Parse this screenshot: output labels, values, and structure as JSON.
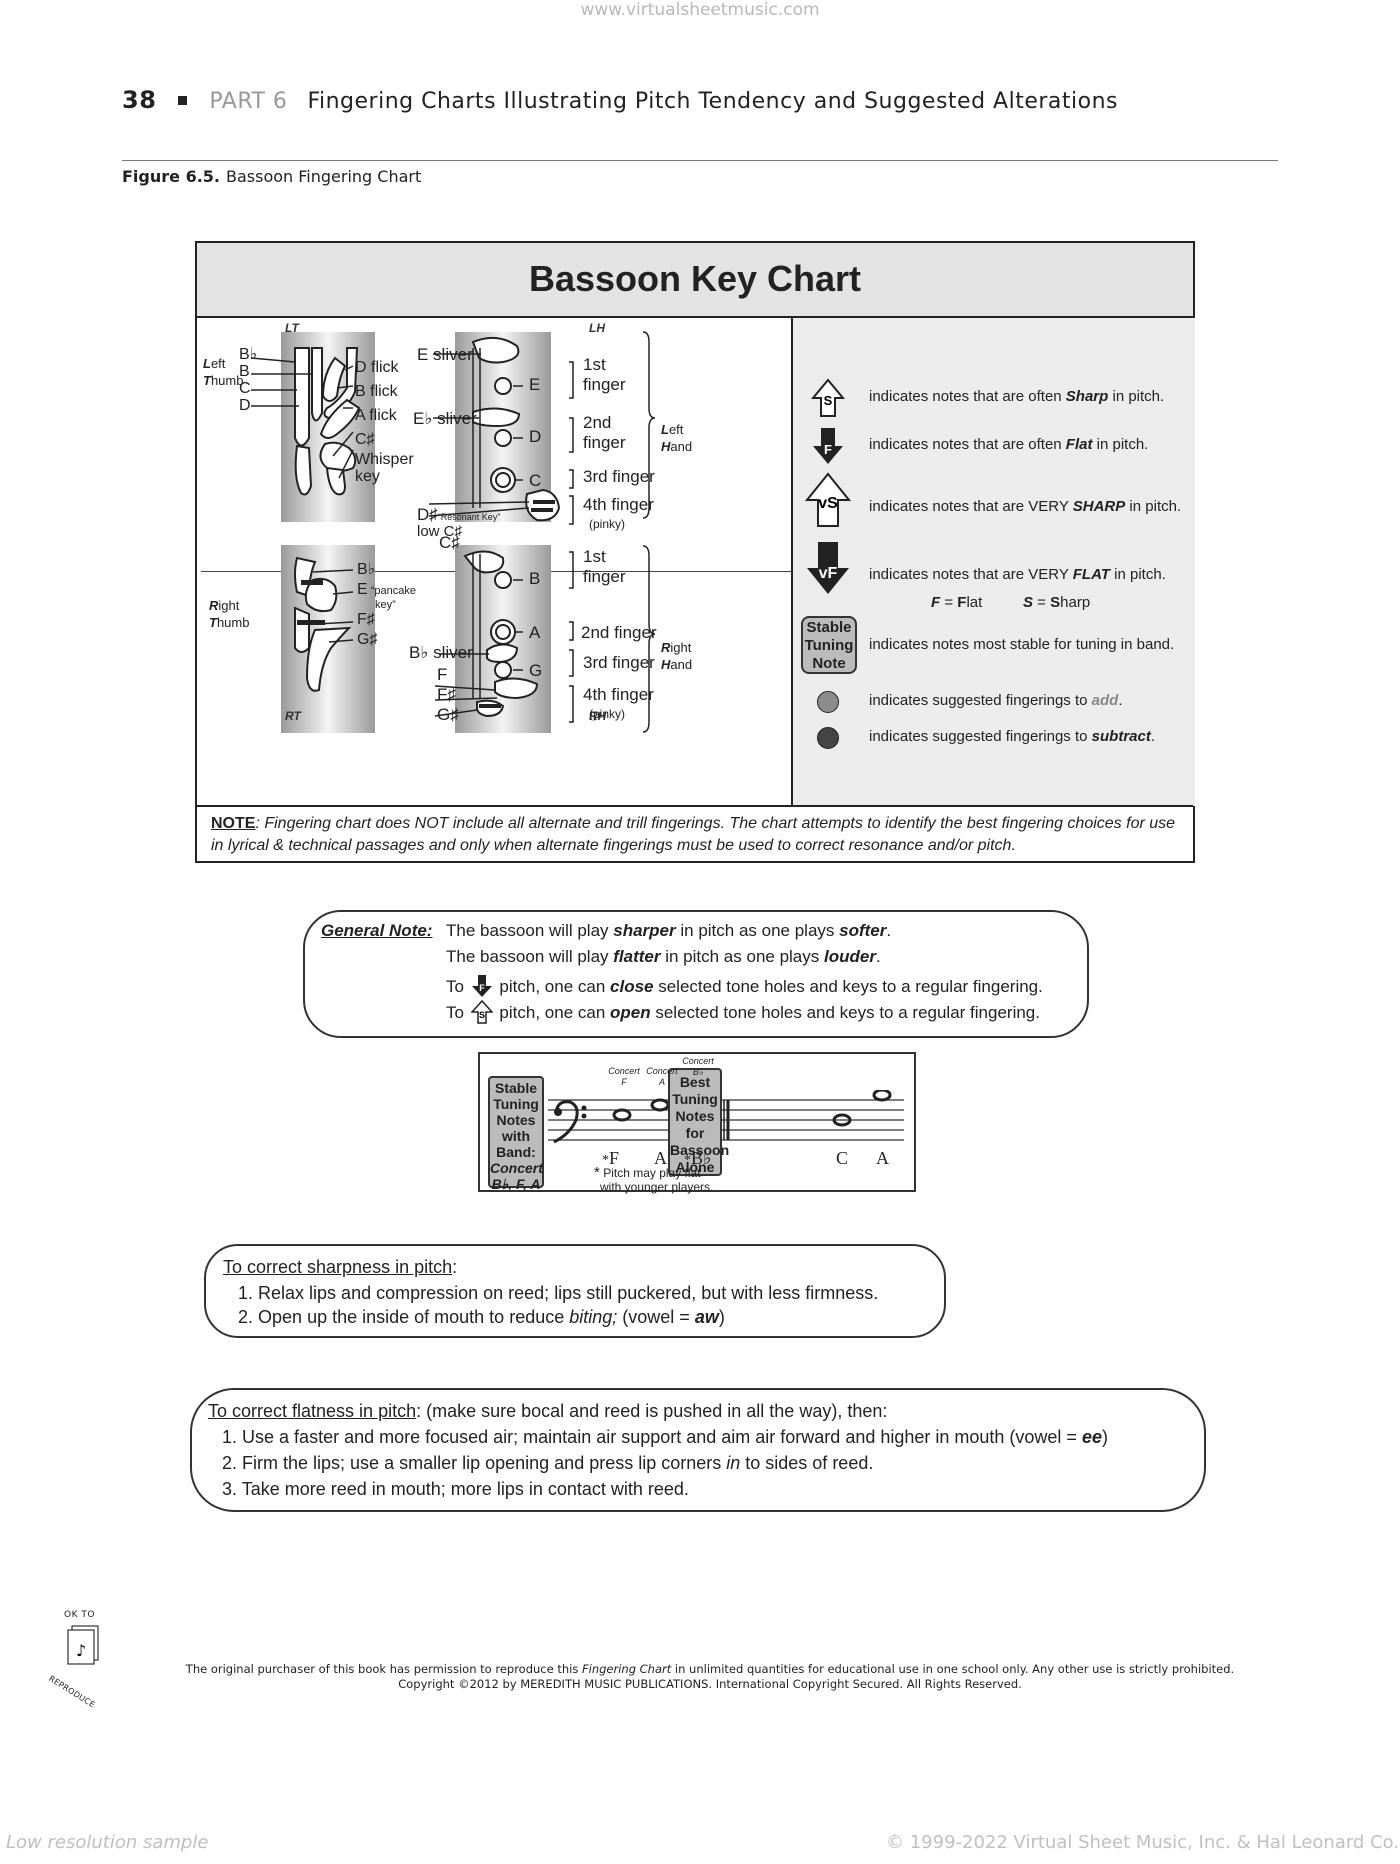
{
  "watermark_top": "www.virtualsheetmusic.com",
  "header": {
    "page_number": "38",
    "part": "PART 6",
    "title": "Fingering Charts Illustrating Pitch Tendency and Suggested Alterations"
  },
  "figure_caption": {
    "label": "Figure 6.5.",
    "text": "Bassoon Fingering Chart"
  },
  "chart": {
    "title": "Bassoon Key Chart",
    "left_thumb": {
      "label_L": "L",
      "label_eft": "eft",
      "label_T": "T",
      "label_humb": "humb",
      "tag": "LT",
      "keys_left": [
        "B♭",
        "B",
        "C",
        "D"
      ],
      "keys_right": [
        "D flick",
        "B flick",
        "A flick",
        "C♯",
        "Whisper",
        "key"
      ]
    },
    "left_hand": {
      "tag": "LH",
      "slivers": [
        "E sliver",
        "E♭ sliver"
      ],
      "notes": [
        "E",
        "D",
        "C"
      ],
      "fingers": [
        "1st",
        "finger",
        "2nd",
        "finger",
        "3rd finger",
        "4th finger",
        "(pinky)"
      ],
      "resonant": "D♯",
      "resonant_note": "“Resonant Key”",
      "low_cs": "low C♯",
      "side_L": "L",
      "side_eft": "eft",
      "side_H": "H",
      "side_and": "and"
    },
    "right_thumb": {
      "label_R": "R",
      "label_ight": "ight",
      "label_T": "T",
      "label_humb": "humb",
      "tag": "RT",
      "keys": [
        "B♭",
        "E",
        "F♯",
        "G♯"
      ],
      "pancake": "“pancake",
      "pancake2": "key”"
    },
    "right_hand": {
      "tag": "RH",
      "cs": "C♯",
      "bb_sliver": "B♭ sliver",
      "notes": [
        "B",
        "A",
        "G"
      ],
      "low_keys": [
        "F",
        "F♯",
        "G♯"
      ],
      "fingers": [
        "1st",
        "finger",
        "2nd finger",
        "3rd finger",
        "4th finger",
        "(pinky)"
      ],
      "side_R": "R",
      "side_ight": "ight",
      "side_H": "H",
      "side_and": "and"
    },
    "legend": [
      {
        "icon": "S",
        "text_pre": "indicates notes that are often ",
        "text_em": "Sharp",
        "text_post": " in pitch."
      },
      {
        "icon": "F",
        "text_pre": "indicates notes that are often ",
        "text_em": "Flat",
        "text_post": " in pitch."
      },
      {
        "icon": "vS",
        "text_pre": "indicates notes that are VERY ",
        "text_em": "SHARP",
        "text_post": " in pitch."
      },
      {
        "icon": "vF",
        "text_pre": "indicates notes that are VERY ",
        "text_em": "FLAT",
        "text_post": " in pitch."
      }
    ],
    "abbrev": {
      "f": "F",
      "f_eq": " = ",
      "f_b": "F",
      "f_rest": "lat",
      "s": "S",
      "s_eq": " = ",
      "s_b": "S",
      "s_rest": "harp"
    },
    "stable_badge": [
      "Stable",
      "Tuning",
      "Note"
    ],
    "stable_text": "indicates notes most stable for tuning in band.",
    "add_text_pre": "indicates suggested fingerings to ",
    "add_text_em": "add",
    "subtract_text_pre": "indicates suggested fingerings to ",
    "subtract_text_em": "subtract",
    "note_label": "NOTE",
    "note_text": ":  Fingering chart does NOT include all alternate and trill fingerings. The chart attempts to identify the best fingering choices for use in lyrical & technical passages and only when alternate fingerings must be used to correct resonance and/or pitch."
  },
  "general_note": {
    "label": "General Note:",
    "l1_pre": "The bassoon will play ",
    "l1_em1": "sharper",
    "l1_mid": " in pitch as one plays ",
    "l1_em2": "softer",
    "l1_post": ".",
    "l2_pre": "The bassoon will play ",
    "l2_em1": "flatter",
    "l2_mid": " in pitch as one plays ",
    "l2_em2": "louder",
    "l2_post": ".",
    "l3_pre": "To",
    "l3_icon": "F",
    "l3_mid": " pitch, one can ",
    "l3_em": "close",
    "l3_post": " selected tone holes and keys to a regular fingering.",
    "l4_pre": "To",
    "l4_icon": "S",
    "l4_mid": " pitch, one can ",
    "l4_em": "open",
    "l4_post": " selected tone holes and keys to a regular fingering."
  },
  "tuning": {
    "band_box": [
      "Stable",
      "Tuning",
      "Notes",
      "with",
      "Band:"
    ],
    "band_concert": [
      "Concert",
      "B♭, F, A"
    ],
    "concert_labels": [
      [
        "Concert",
        "F"
      ],
      [
        "Concert",
        "A"
      ],
      [
        "Concert",
        "B♭"
      ]
    ],
    "band_notes": [
      "F",
      "A",
      "B♭"
    ],
    "bassoon_box": [
      "Best",
      "Tuning",
      "Notes",
      "for",
      "Bassoon",
      "Alone"
    ],
    "bassoon_notes": [
      "C",
      "A"
    ],
    "star": "*",
    "footnote_1": "Pitch may play flat",
    "footnote_2": "with younger players."
  },
  "sharpness": {
    "title": "To correct sharpness in pitch",
    "colon": ":",
    "items": [
      {
        "n": "1.",
        "text": "Relax lips and compression on reed; lips still puckered, but with less firmness."
      },
      {
        "n": "2.",
        "pre": "Open up the inside of mouth to reduce ",
        "em": "biting; ",
        "mid": "(vowel = ",
        "em2": "aw",
        "post": ")"
      }
    ]
  },
  "flatness": {
    "title": "To correct flatness in pitch",
    "subtitle": ": (make sure bocal and reed is pushed in all the way), then:",
    "items": [
      {
        "n": "1.",
        "pre": "Use a faster and more focused air; maintain air support and aim air forward and higher in mouth (vowel = ",
        "em": "ee",
        "post": ")"
      },
      {
        "n": "2.",
        "pre": "Firm the lips; use a smaller lip opening and press lip corners ",
        "em": "in",
        "post": " to sides of reed."
      },
      {
        "n": "3.",
        "text": "Take more reed in mouth; more lips in contact with reed."
      }
    ]
  },
  "ok_icon": {
    "top": "OK TO",
    "bottom": "REPRODUCE"
  },
  "footer": {
    "line1_pre": "The original purchaser of this book has permission to reproduce this ",
    "line1_em": "Fingering Chart",
    "line1_post": " in unlimited quantities for educational use in one school only. Any other use is strictly prohibited.",
    "line2": "Copyright ©2012 by MEREDITH MUSIC PUBLICATIONS. International Copyright Secured. All Rights Reserved."
  },
  "watermark_bottom_left": "Low resolution sample",
  "watermark_bottom_right": "© 1999-2022 Virtual Sheet Music, Inc. & Hal Leonard Co."
}
